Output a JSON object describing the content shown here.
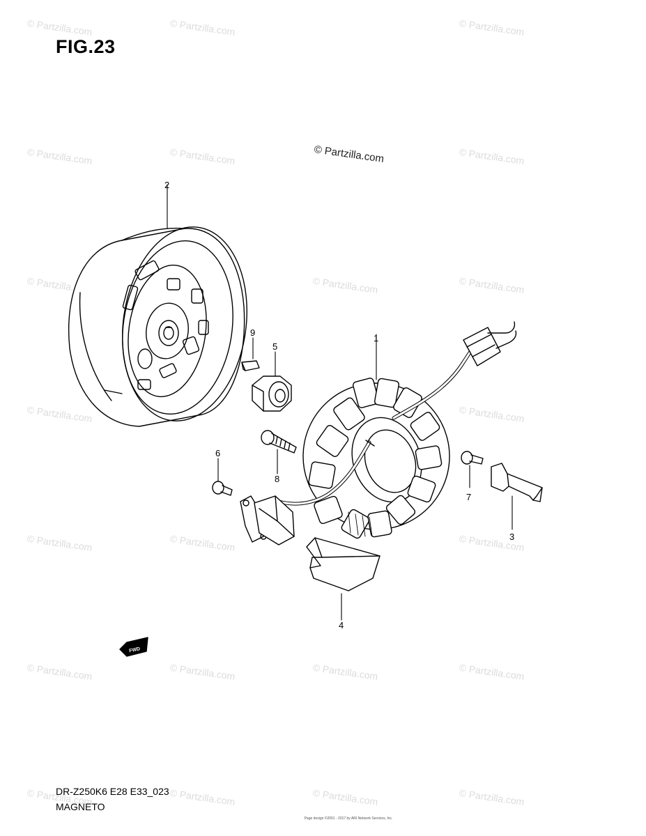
{
  "figure": {
    "title": "FIG.23",
    "credit": "© Partzilla.com",
    "model_code": "DR-Z250K6 E28 E33_023",
    "section_name": "MAGNETO",
    "footer_line1": "",
    "footer_line2": "Page design ©2001 - 2017 by ARI Network Services, Inc."
  },
  "watermark": {
    "text": "© Partzilla.com",
    "color": "#dcdcdc"
  },
  "callouts": [
    {
      "num": "1"
    },
    {
      "num": "2"
    },
    {
      "num": "3"
    },
    {
      "num": "4"
    },
    {
      "num": "5"
    },
    {
      "num": "6"
    },
    {
      "num": "7"
    },
    {
      "num": "8"
    },
    {
      "num": "9"
    }
  ],
  "icons": {
    "front_arrow": "fwd-arrow-icon"
  },
  "front_arrow_label": "FWD"
}
